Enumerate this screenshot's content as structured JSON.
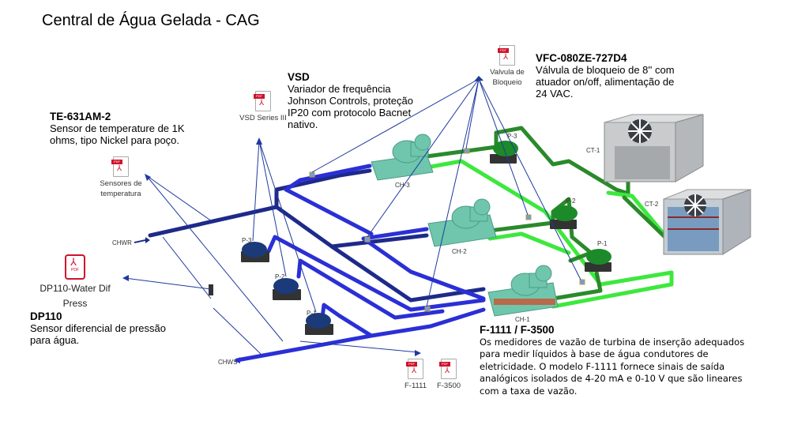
{
  "title": "Central de Água Gelada - CAG",
  "descriptions": {
    "te": {
      "name": "TE-631AM-2",
      "lines": [
        "Sensor de temperature de 1K",
        "ohms, tipo Nickel para poço."
      ]
    },
    "vsd": {
      "name": "VSD",
      "lines": [
        "Variador de frequência",
        "Johnson Controls, proteção",
        "IP20 com protocolo Bacnet",
        "nativo."
      ]
    },
    "vfc": {
      "name": "VFC-080ZE-727D4",
      "lines": [
        "Válvula de bloqueio de 8'' com",
        "atuador on/off, alimentação de",
        "24 VAC."
      ]
    },
    "dp": {
      "name": "DP110",
      "lines": [
        "Sensor diferencial de pressão",
        "para água."
      ]
    },
    "flow": {
      "name": "F-1111 / F-3500",
      "lines": [
        "Os medidores de vazão de turbina de inserção adequados",
        "para medir líquidos à base de água condutores de",
        "eletricidade. O modelo F-1111 fornece sinais de saída",
        "analógicos isolados de 4-20 mA e 0-10 V que são lineares",
        "com a taxa de vazão."
      ]
    }
  },
  "pdf_links": {
    "sensores": {
      "line1": "Sensores de",
      "line2": "temperatura",
      "tag": "PDF"
    },
    "vsd": {
      "line1": "VSD Series III",
      "tag": "PDF"
    },
    "valvula": {
      "line1": "Valvula de",
      "line2": "Bloqueio",
      "tag": "PDF"
    },
    "dp110": {
      "line1": "DP110-Water Dif",
      "line2": "Press",
      "tag": "PDF"
    },
    "f1111": {
      "line1": "F-1111",
      "tag": "PDF"
    },
    "f3500": {
      "line1": "F-3500",
      "tag": "PDF"
    }
  },
  "equipment": {
    "chillers": [
      "CH-3",
      "CH-2",
      "CH-1"
    ],
    "chw_pumps": [
      "P-3",
      "P-2",
      "P-1"
    ],
    "cw_pumps": [
      "P-3",
      "P-2",
      "P-1"
    ],
    "towers": [
      "CT-1",
      "CT-2"
    ],
    "chwr": "CHWR",
    "chws": "CHWS"
  },
  "colors": {
    "chw_pipe": "#2b2fd6",
    "chw_pipe_dark": "#1e2a8a",
    "cw_pipe_dark": "#2a8a2a",
    "cw_pipe_light": "#3de83d",
    "leader": "#1f3a9e",
    "chiller": "#6fc6ad",
    "pdf_red": "#d0112b"
  }
}
